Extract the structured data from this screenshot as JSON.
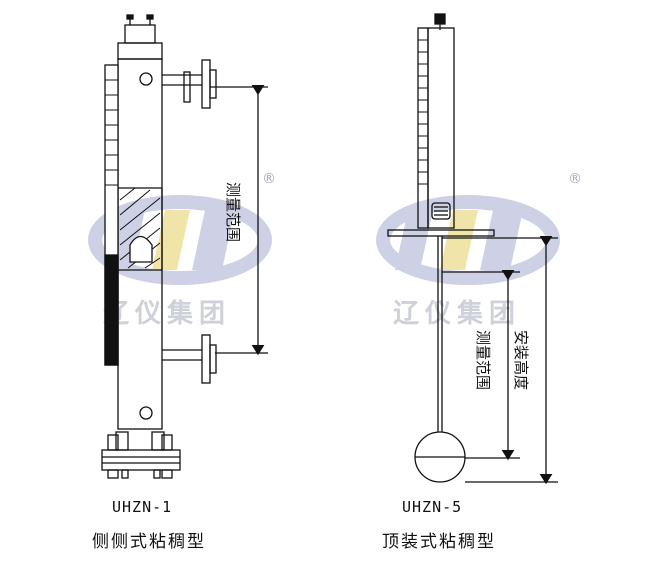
{
  "left": {
    "model": "UHZN-1",
    "name": "侧侧式粘稠型",
    "range_label": "测量范围"
  },
  "right": {
    "model": "UHZN-5",
    "name": "顶装式粘稠型",
    "range_label": "测量范围",
    "height_label": "安装高度"
  },
  "watermark": {
    "company": "辽仪集团",
    "registered": "®"
  },
  "colors": {
    "line": "#111111",
    "watermark_blue": "#c9cde4",
    "watermark_yellow": "#f4e6a8"
  }
}
